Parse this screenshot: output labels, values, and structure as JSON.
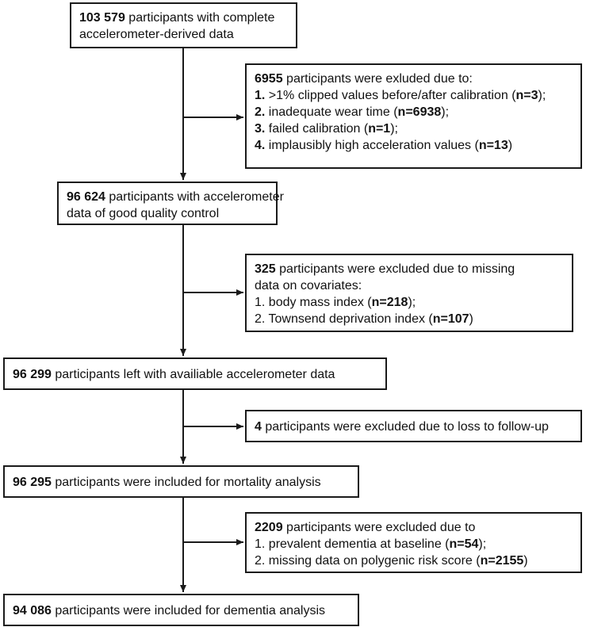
{
  "boxes": {
    "start": {
      "count": "103 579",
      "text": " participants with complete",
      "line2": "accelerometer-derived data"
    },
    "excl1": {
      "count": "6955",
      "text": " participants were exluded due to:",
      "items": [
        {
          "num": "1.",
          "text": " >1% clipped values before/after calibration (",
          "n": "n=3",
          "end": ");"
        },
        {
          "num": "2.",
          "text": " inadequate wear time (",
          "n": "n=6938",
          "end": ");"
        },
        {
          "num": "3.",
          "text": " failed calibration (",
          "n": "n=1",
          "end": ");"
        },
        {
          "num": "4.",
          "text": " implausibly high acceleration values (",
          "n": "n=13",
          "end": ")"
        }
      ]
    },
    "qc": {
      "count": "96 624",
      "text": " participants with accelerometer",
      "line2": "data of good quality control"
    },
    "excl2": {
      "count": "325",
      "text": " participants were excluded due to missing",
      "line2": "data on covariates:",
      "items": [
        {
          "text": "1. body mass index (",
          "n": "n=218",
          "end": ");"
        },
        {
          "text": "2. Townsend deprivation index (",
          "n": "n=107",
          "end": ")"
        }
      ]
    },
    "left": {
      "count": "96 299",
      "text": " participants left with availiable accelerometer data"
    },
    "excl3": {
      "count": "4",
      "text": " participants were excluded due to loss to follow-up"
    },
    "mortality": {
      "count": "96 295",
      "text": " participants were included for mortality analysis"
    },
    "excl4": {
      "count": "2209",
      "text": " participants were excluded due to",
      "items": [
        {
          "text": "1. prevalent dementia at baseline (",
          "n": "n=54",
          "end": ");"
        },
        {
          "text": "2. missing data on polygenic risk score (",
          "n": "n=2155",
          "end": ")"
        }
      ]
    },
    "dementia": {
      "count": "94 086",
      "text": " participants were included for dementia analysis"
    }
  }
}
